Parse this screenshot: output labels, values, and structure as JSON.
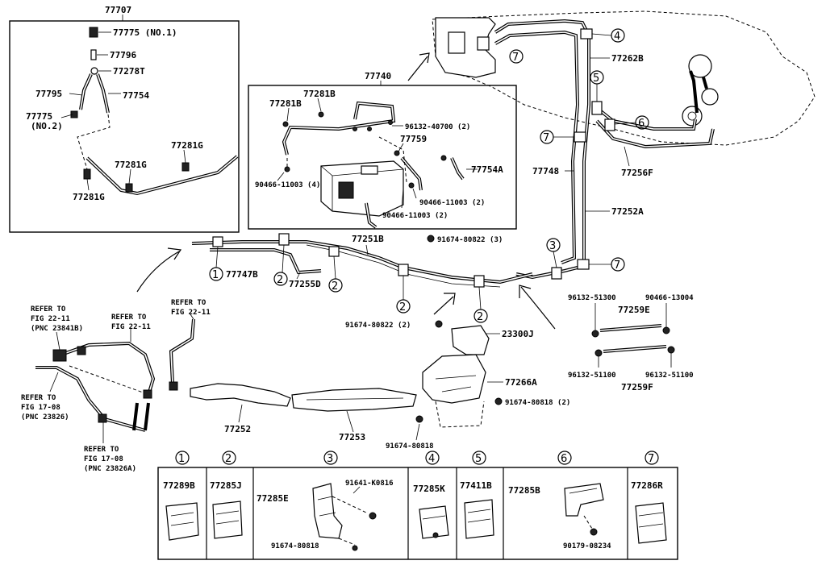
{
  "inset_left": {
    "title": "77707",
    "labels": [
      "77775 (NO.1)",
      "77796",
      "77278T",
      "77754",
      "77795",
      "77775",
      "(NO.2)",
      "77281G",
      "77281G",
      "77281G"
    ]
  },
  "inset_right": {
    "title": "77740",
    "labels": [
      "77281B",
      "77281B",
      "96132-40700 (2)",
      "77759",
      "77754A",
      "90466-11003 (4)",
      "90466-11003 (2)",
      "90466-11003 (2)"
    ]
  },
  "main_labels": {
    "l77262B": "77262B",
    "l77748": "77748",
    "l77256F": "77256F",
    "l77252A": "77252A",
    "l77251B": "77251B",
    "l91674_80822_3": "91674-80822 (3)",
    "l77747B": "77747B",
    "l77255D": "77255D",
    "l91674_80822_2": "91674-80822 (2)",
    "l23300J": "23300J",
    "l77266A": "77266A",
    "l91674_80818_2": "91674-80818 (2)",
    "l91674_80818": "91674-80818",
    "l77252": "77252",
    "l77253": "77253",
    "l96132_51300": "96132-51300",
    "l90466_13004": "90466-13004",
    "l77259E": "77259E",
    "l96132_51100a": "96132-51100",
    "l96132_51100b": "96132-51100",
    "l77259F": "77259F"
  },
  "refer": {
    "r1": [
      "REFER TO",
      "FIG 22-11",
      "(PNC 23841B)"
    ],
    "r2": [
      "REFER TO",
      "FIG 22-11"
    ],
    "r3": [
      "REFER TO",
      "FIG 22-11"
    ],
    "r4": [
      "REFER TO",
      "FIG 17-08",
      "(PNC 23826)"
    ],
    "r5": [
      "REFER TO",
      "FIG 17-08",
      "(PNC 23826A)"
    ]
  },
  "callouts": [
    "1",
    "2",
    "2",
    "2",
    "2",
    "3",
    "4",
    "5",
    "6",
    "7",
    "7",
    "7"
  ],
  "clamp_table": {
    "headers": [
      "1",
      "2",
      "3",
      "4",
      "5",
      "6",
      "7"
    ],
    "parts": [
      "77289B",
      "77285J",
      "77285E",
      "77285K",
      "77411B",
      "77285B",
      "77286R"
    ],
    "extra": [
      "91641-K0816",
      "91674-80818",
      "90179-08234"
    ]
  }
}
